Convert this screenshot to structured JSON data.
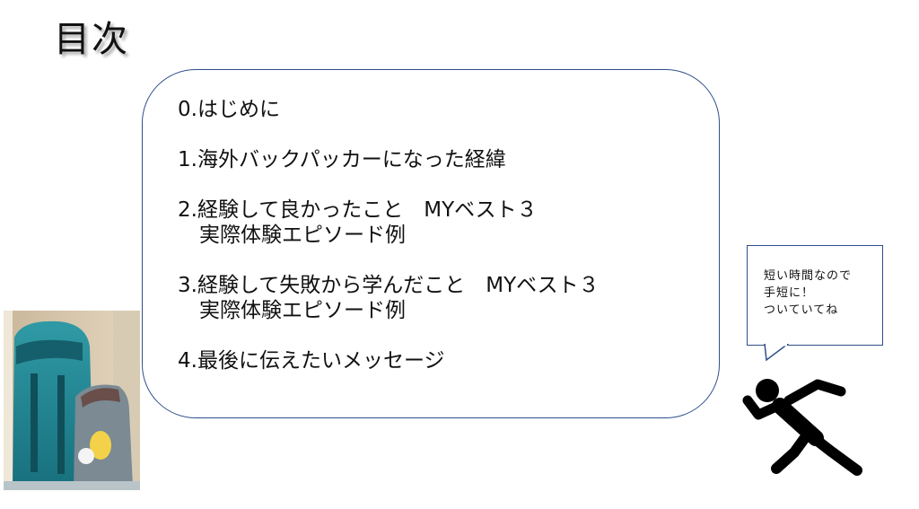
{
  "slide": {
    "title": "目次"
  },
  "toc": {
    "items": [
      {
        "line1": "0.はじめに",
        "line2": ""
      },
      {
        "line1": "1.海外バックパッカーになった経緯",
        "line2": ""
      },
      {
        "line1": "2.経験して良かったこと　MYベスト３",
        "line2": "実際体験エピソード例"
      },
      {
        "line1": "3.経験して失敗から学んだこと　MYベスト３",
        "line2": "実際体験エピソード例"
      },
      {
        "line1": "4.最後に伝えたいメッセージ",
        "line2": ""
      }
    ]
  },
  "speech_bubble": {
    "lines": [
      "短い時間なので",
      "手短に！",
      "ついていてね"
    ]
  },
  "icons": {
    "runner": "running-person-icon",
    "photo": "backpack-photo"
  },
  "colors": {
    "border": "#2f4f8a",
    "text": "#111111"
  }
}
